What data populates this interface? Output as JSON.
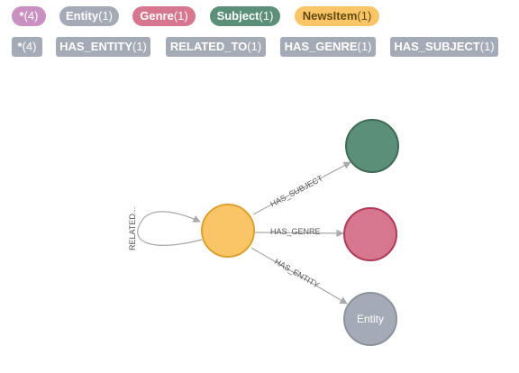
{
  "node_labels": [
    {
      "name": "*",
      "count": "(4)",
      "color": "#c990c0"
    },
    {
      "name": "Entity",
      "count": "(1)",
      "color": "#a5abb6"
    },
    {
      "name": "Genre",
      "count": "(1)",
      "color": "#d6778f"
    },
    {
      "name": "Subject",
      "count": "(1)",
      "color": "#5c8f78"
    },
    {
      "name": "NewsItem",
      "count": "(1)",
      "color": "#f9c566",
      "text_color": "#604a0e"
    }
  ],
  "relationship_types": [
    {
      "name": "*",
      "count": "(4)"
    },
    {
      "name": "HAS_ENTITY",
      "count": "(1)"
    },
    {
      "name": "RELATED_TO",
      "count": "(1)"
    },
    {
      "name": "HAS_GENRE",
      "count": "(1)"
    },
    {
      "name": "HAS_SUBJECT",
      "count": "(1)"
    }
  ],
  "graph": {
    "edges": {
      "has_subject": "HAS_SUBJECT",
      "has_genre": "HAS_GENRE",
      "has_entity": "HAS_ENTITY",
      "related_to": "RELATED..."
    },
    "nodes": {
      "entity_caption": "Entity"
    },
    "colors": {
      "newsitem": "#f9c566",
      "newsitem_stroke": "#dca132",
      "subject": "#5c8f78",
      "subject_stroke": "#3e6b55",
      "genre": "#d6778f",
      "genre_stroke": "#b03a56",
      "entity": "#a5abb6",
      "entity_stroke": "#8d939d",
      "relationship_pill": "#a5abb6",
      "edge": "#aaaaaa"
    }
  }
}
